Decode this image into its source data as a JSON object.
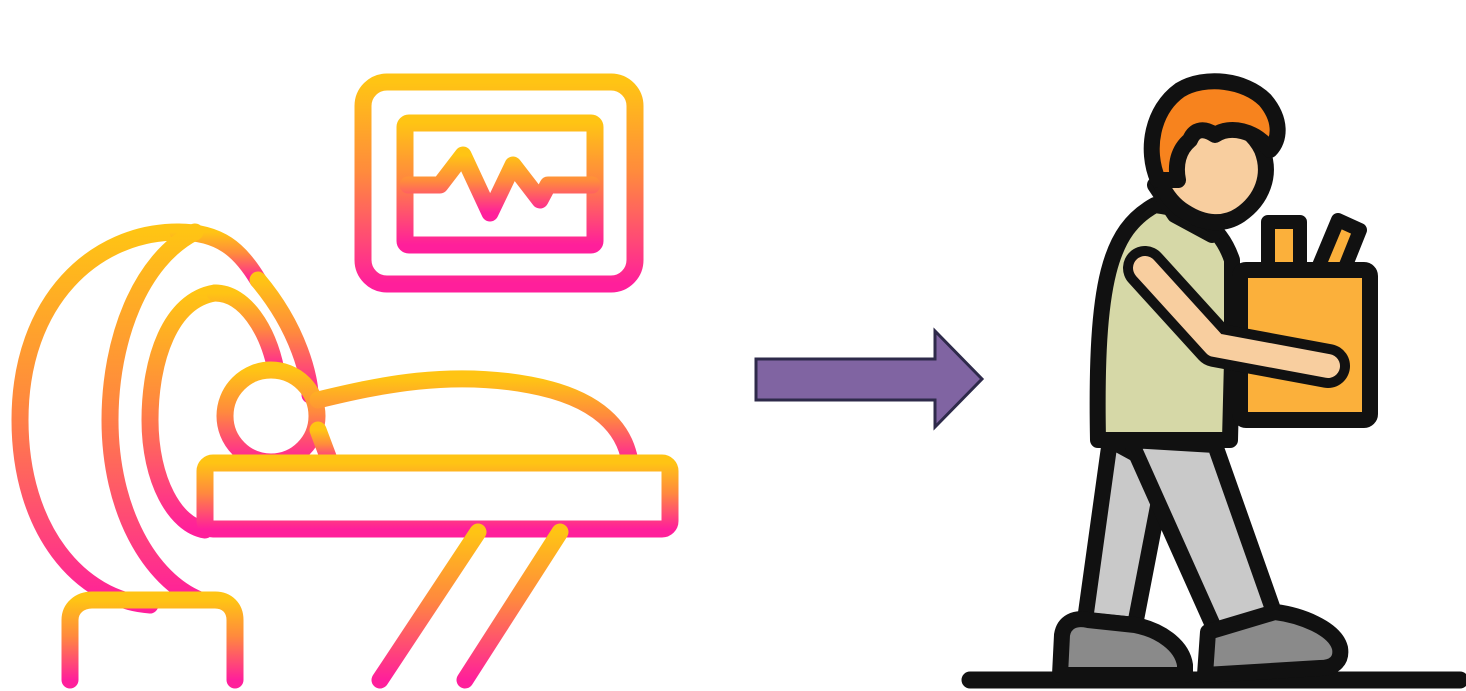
{
  "diagram": {
    "nodes": [
      {
        "id": "scanner",
        "icon": "mri-scanner-icon",
        "depicts": [
          "monitor-icon",
          "heartbeat-icon",
          "patient-icon",
          "scanner-bed-icon"
        ]
      },
      {
        "id": "leaving",
        "icon": "person-carrying-box-icon"
      }
    ],
    "edges": [
      {
        "from": "scanner",
        "to": "leaving",
        "icon": "right-arrow-icon"
      }
    ]
  },
  "colors": {
    "gradient_top": "#FFC414",
    "gradient_mid": "#FF8A3D",
    "gradient_bottom": "#FF1F9B",
    "arrow_fill": "#8064A2",
    "arrow_stroke": "#2E2A4A",
    "outline": "#111111",
    "hair": "#F7831E",
    "skin": "#F8CE9F",
    "shirt": "#D6D8A7",
    "pants": "#C9C9C9",
    "shoes": "#8A8A8A",
    "box": "#FBB03B"
  }
}
